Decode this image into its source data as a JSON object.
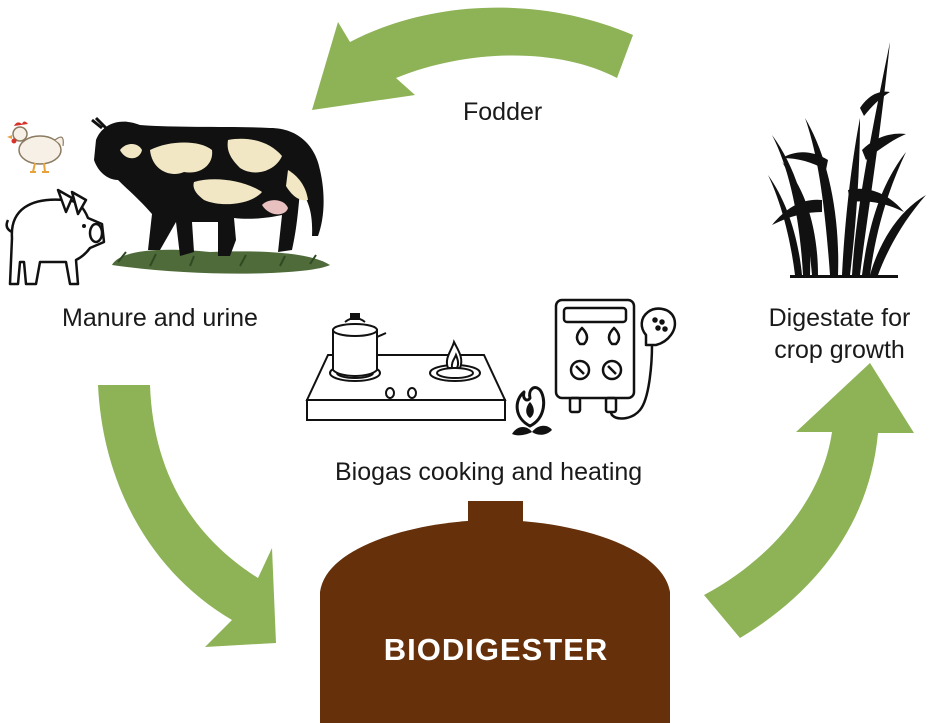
{
  "labels": {
    "fodder": "Fodder",
    "manure": "Manure and urine",
    "biogas": "Biogas cooking and heating",
    "digestate_line1": "Digestate for",
    "digestate_line2": "crop growth",
    "biodigester": "BIODIGESTER"
  },
  "colors": {
    "arrow": "#8db356",
    "tank": "#65300a",
    "ink": "#111111",
    "cow_spots": "#f1e7c4",
    "grass": "#4f6b3a",
    "flame": "#e0a030"
  },
  "icons": [
    "chicken-icon",
    "pig-icon",
    "cow-icon",
    "corn-plant-icon",
    "gas-stove-icon",
    "water-heater-icon",
    "biogas-flame-icon"
  ]
}
